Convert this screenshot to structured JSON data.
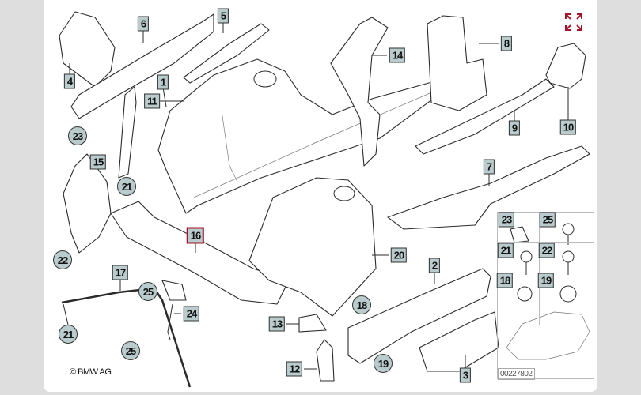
{
  "diagram": {
    "callouts": {
      "p1": "1",
      "p2": "2",
      "p3": "3",
      "p4": "4",
      "p5": "5",
      "p6": "6",
      "p7": "7",
      "p8": "8",
      "p9": "9",
      "p10": "10",
      "p11": "11",
      "p12": "12",
      "p13": "13",
      "p14": "14",
      "p15": "15",
      "p16": "16",
      "p17": "17",
      "p18": "18",
      "p19": "19",
      "p20": "20",
      "p21a": "21",
      "p21b": "21",
      "p22": "22",
      "p23": "23",
      "p24": "24",
      "p25a": "25",
      "p25b": "25"
    },
    "selected_part": "16",
    "fastener_grid": [
      "23",
      "25",
      "21",
      "22",
      "18",
      "19"
    ],
    "copyright": "© BMW AG",
    "image_code": "00227802"
  },
  "colors": {
    "accent": "#a3162a",
    "label_bg": "#b9cbcd"
  },
  "icons": {
    "expand": "expand-icon"
  }
}
